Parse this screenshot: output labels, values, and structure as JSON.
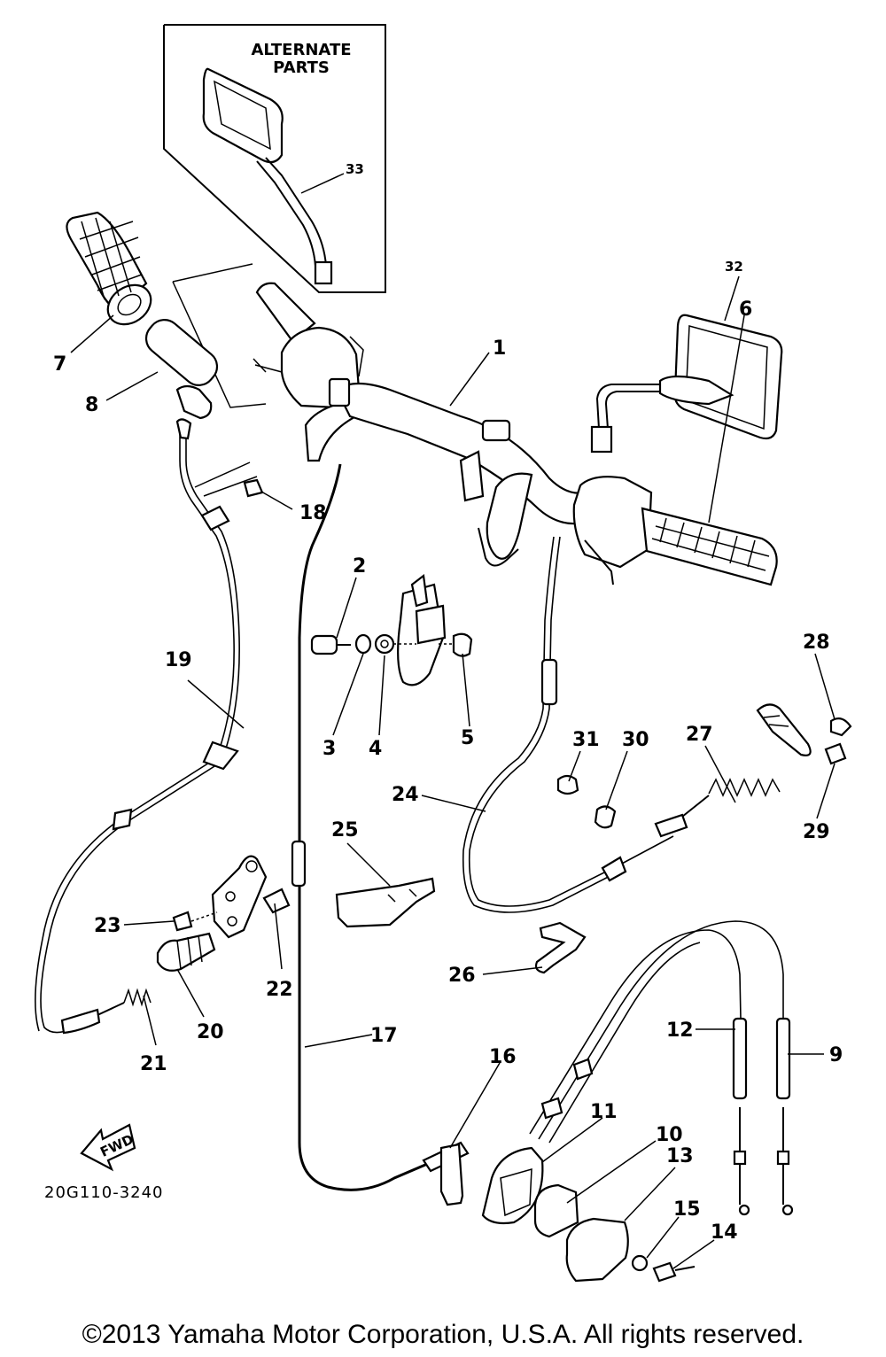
{
  "inset": {
    "title_line1": "ALTERNATE",
    "title_line2": "PARTS"
  },
  "fwd_label": "FWD",
  "diagram_code": "20G110-3240",
  "callouts": {
    "c1": "1",
    "c2": "2",
    "c3": "3",
    "c4": "4",
    "c5": "5",
    "c6": "6",
    "c7": "7",
    "c8": "8",
    "c9": "9",
    "c10": "10",
    "c11": "11",
    "c12": "12",
    "c13": "13",
    "c14": "14",
    "c15": "15",
    "c16": "16",
    "c17": "17",
    "c18": "18",
    "c19": "19",
    "c20": "20",
    "c21": "21",
    "c22": "22",
    "c23": "23",
    "c24": "24",
    "c25": "25",
    "c26": "26",
    "c27": "27",
    "c28": "28",
    "c29": "29",
    "c30": "30",
    "c31": "31",
    "c32": "32",
    "c33": "33"
  },
  "copyright": "©2013 Yamaha Motor Corporation, U.S.A. All rights reserved."
}
